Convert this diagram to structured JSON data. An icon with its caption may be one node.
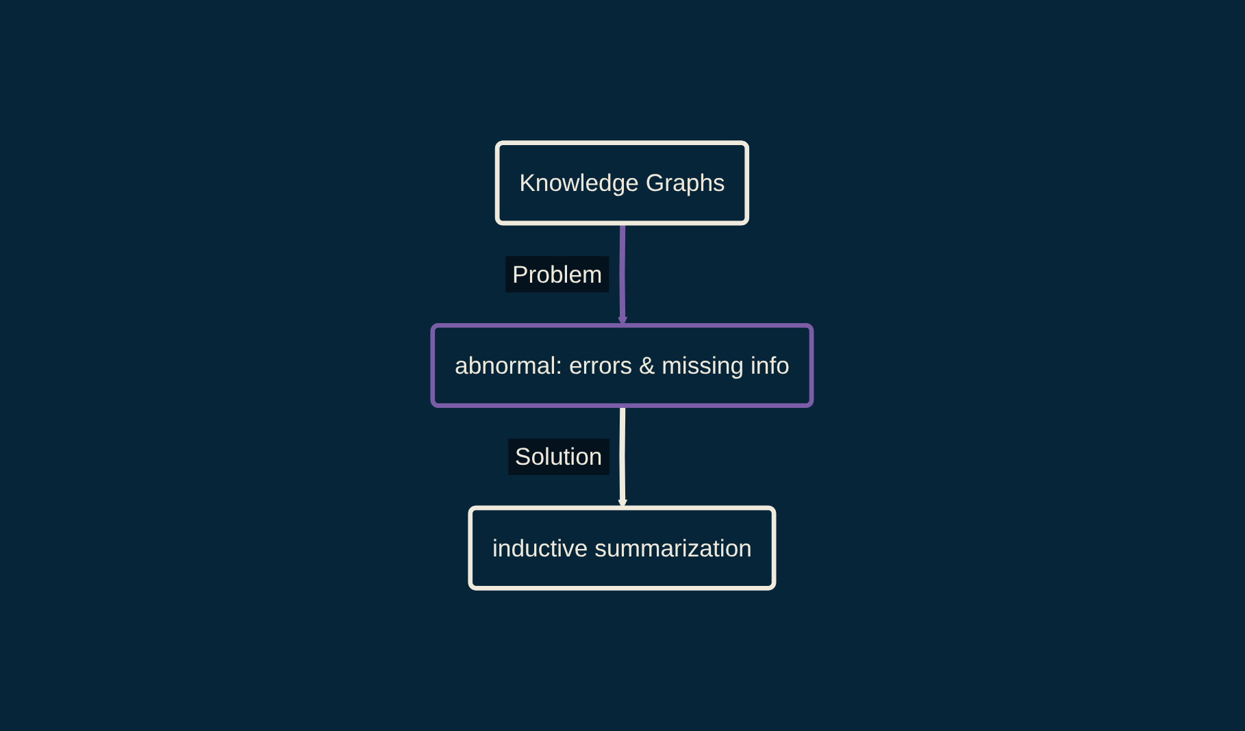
{
  "diagram": {
    "nodes": [
      {
        "text": [
          "Knowledge Graphs"
        ]
      },
      {
        "text": [
          "abnormal: errors & missing info"
        ]
      },
      {
        "text": [
          "inductive summarization"
        ]
      }
    ],
    "edges": [
      {
        "from": 0,
        "to": 1,
        "arrow": "to",
        "label": "Problem",
        "color": "#7b5ea7"
      },
      {
        "from": 1,
        "to": 2,
        "arrow": "to",
        "label": "Solution",
        "color": "#efeadc"
      }
    ]
  }
}
